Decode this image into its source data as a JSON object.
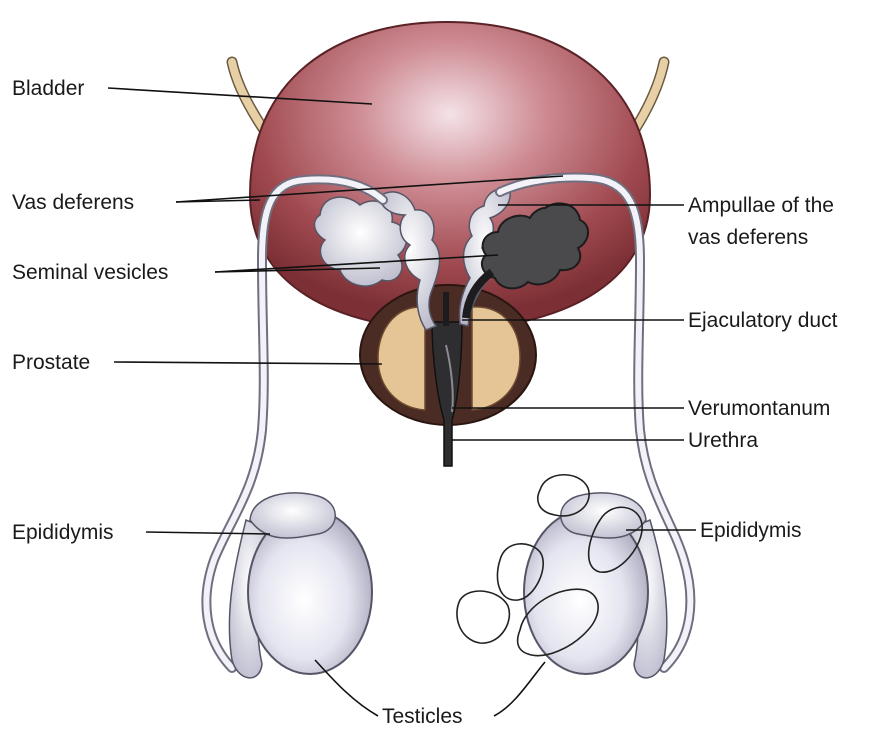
{
  "labels": {
    "bladder": "Bladder",
    "vas_deferens": "Vas deferens",
    "seminal_vesicles": "Seminal vesicles",
    "prostate": "Prostate",
    "epididymis_left": "Epididymis",
    "ampullae_line1": "Ampullae of the",
    "ampullae_line2": "vas deferens",
    "ejaculatory_duct": "Ejaculatory duct",
    "verumontanum": "Verumontanum",
    "urethra": "Urethra",
    "epididymis_right": "Epididymis",
    "testicles": "Testicles"
  },
  "colors": {
    "bladder": "#9c4448",
    "bladder_highlight": "#f1dfe4",
    "prostate_outer": "#4a2c24",
    "prostate_inner": "#e5c596",
    "vesicle": "#d8d8e8",
    "ampulla_dark": "#4a4a4c",
    "ureter": "#e2c79a",
    "testis": "#dcdcea",
    "leader": "#111111"
  }
}
